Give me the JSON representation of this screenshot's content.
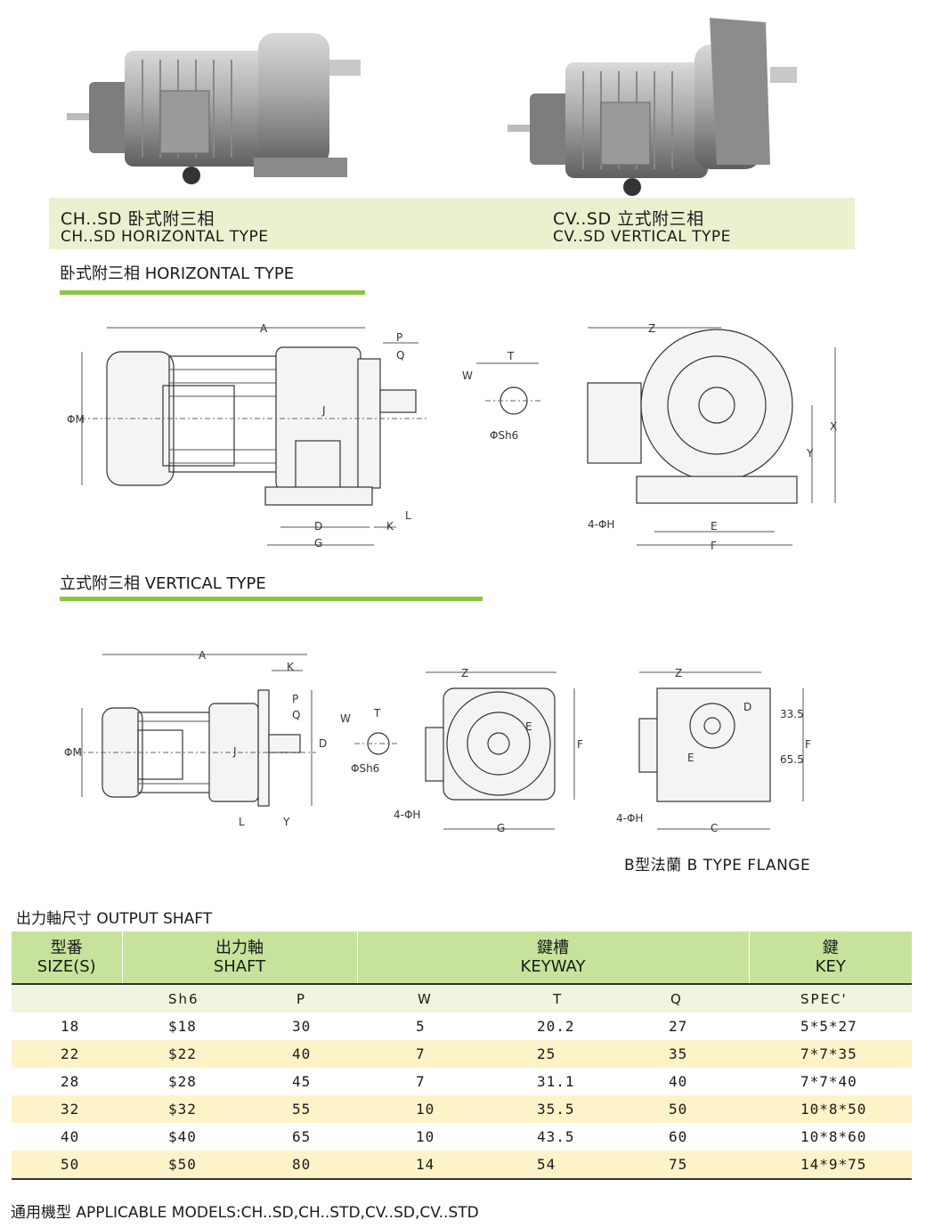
{
  "products": {
    "horizontal": {
      "line1": "CH..SD 卧式附三相",
      "line2": "CH..SD  HORIZONTAL TYPE"
    },
    "vertical": {
      "line1": "CV..SD 立式附三相",
      "line2": "CV..SD  VERTICAL TYPE"
    }
  },
  "sections": {
    "horizontal_title": "卧式附三相 HORIZONTAL TYPE",
    "vertical_title": "立式附三相 VERTICAL TYPE",
    "flange_label": "B型法蘭 B TYPE FLANGE"
  },
  "dims_h": {
    "A": "A",
    "P": "P",
    "Q": "Q",
    "J": "J",
    "M": "ΦM",
    "D": "D",
    "G": "G",
    "K": "K",
    "L": "L",
    "W": "W",
    "T": "T",
    "sh6": "ΦSh6",
    "Z": "Z",
    "X": "X",
    "Y": "Y",
    "E": "E",
    "F": "F",
    "H": "4-ΦH"
  },
  "dims_v": {
    "A": "A",
    "K": "K",
    "P": "P",
    "Q": "Q",
    "J": "J",
    "D": "D",
    "M": "ΦM",
    "L": "L",
    "Y": "Y",
    "W": "W",
    "T": "T",
    "sh6": "ΦSh6",
    "Z": "Z",
    "E": "E",
    "F": "F",
    "G": "G",
    "H": "4-ΦH",
    "Z2": "Z",
    "D2": "D",
    "E2": "E",
    "F2": "F",
    "C": "C",
    "H2": "4-ΦH",
    "d335": "33.5",
    "d655": "65.5"
  },
  "table": {
    "title": "出力軸尺寸 OUTPUT SHAFT",
    "groups": [
      {
        "cn": "型番",
        "en": "SIZE(S)"
      },
      {
        "cn": "出力軸",
        "en": "SHAFT"
      },
      {
        "cn": "鍵槽",
        "en": "KEYWAY"
      },
      {
        "cn": "鍵",
        "en": "KEY"
      }
    ],
    "subheaders": [
      "",
      "Sh6",
      "P",
      "W",
      "T",
      "Q",
      "SPEC'"
    ],
    "rows": [
      [
        "18",
        "$18",
        "30",
        "5",
        "20.2",
        "27",
        "5*5*27"
      ],
      [
        "22",
        "$22",
        "40",
        "7",
        "25",
        "35",
        "7*7*35"
      ],
      [
        "28",
        "$28",
        "45",
        "7",
        "31.1",
        "40",
        "7*7*40"
      ],
      [
        "32",
        "$32",
        "55",
        "10",
        "35.5",
        "50",
        "10*8*50"
      ],
      [
        "40",
        "$40",
        "65",
        "10",
        "43.5",
        "60",
        "10*8*60"
      ],
      [
        "50",
        "$50",
        "80",
        "14",
        "54",
        "75",
        "14*9*75"
      ]
    ]
  },
  "footer": "通用機型 APPLICABLE MODELS:CH..SD,CH..STD,CV..SD,CV..STD",
  "colors": {
    "accent_green": "#8cc63f",
    "header_green": "#c7e29b",
    "band_yellow": "#fcf3c9",
    "caption_band": "#e9f1cf"
  }
}
